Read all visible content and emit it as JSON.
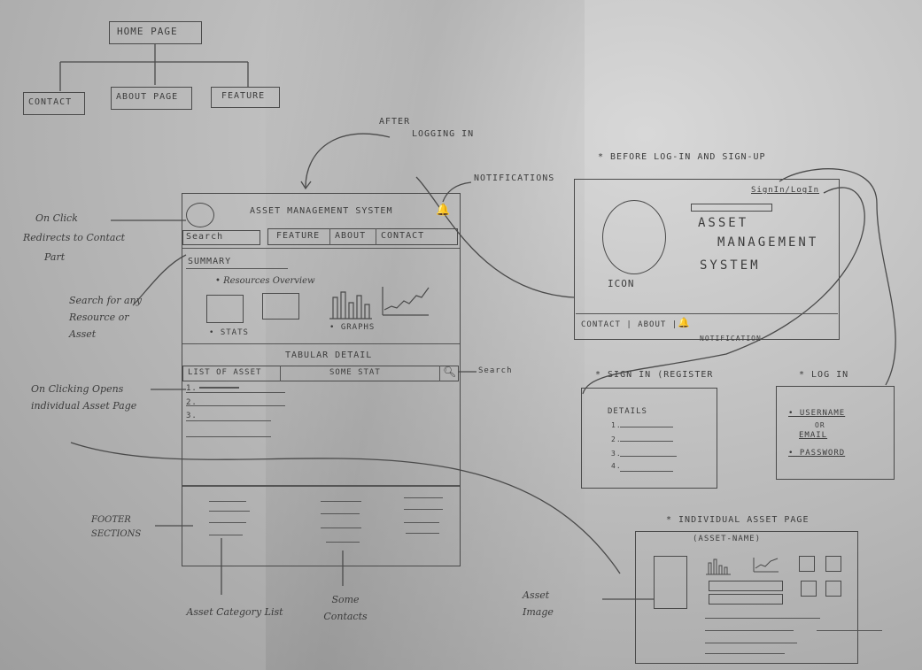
{
  "sitemap": {
    "root": "HOME PAGE",
    "children": [
      "CONTACT",
      "ABOUT PAGE",
      "FEATURE"
    ]
  },
  "annotations": {
    "after_login": "AFTER",
    "after_login_2": "LOGGING IN",
    "notifications": "NOTIFICATIONS",
    "on_click": "On Click",
    "redirects": "Redirects to Contact",
    "redirects_2": "Part",
    "search_note": "Search for any Resource or Asset",
    "on_clicking": "On Clicking Opens individual Asset Page",
    "search": "Search",
    "footer": "FOOTER SECTIONS",
    "asset_category": "Asset Category List",
    "some_contacts": "Some Contacts",
    "asset_image": "Asset Image"
  },
  "dashboard": {
    "title": "ASSET MANAGEMENT SYSTEM",
    "search": "Search",
    "nav": [
      "FEATURE",
      "ABOUT",
      "CONTACT"
    ],
    "summary": "SUMMARY",
    "resources_overview": "• Resources Overview",
    "stats": "• STATS",
    "graphs": "• GRAPHS",
    "tabular_detail": "TABULAR DETAIL",
    "list_of_asset": "LIST OF ASSET",
    "some_stat": "SOME STAT",
    "rows": [
      "1.",
      "2.",
      "3."
    ]
  },
  "landing": {
    "heading": "* BEFORE LOG-IN AND SIGN-UP",
    "signin_link": "SignIn/LogIn",
    "title_1": "ASSET",
    "title_2": "MANAGEMENT",
    "title_3": "SYSTEM",
    "icon": "ICON",
    "footer_links": "CONTACT | ABOUT |",
    "notification": "NOTIFICATION"
  },
  "register": {
    "heading": "* SIGN IN (REGISTER",
    "details": "DETAILS",
    "rows": [
      "1.",
      "2.",
      "3.",
      "4."
    ]
  },
  "login": {
    "heading": "* LOG IN",
    "username": "• USERNAME",
    "or": "OR",
    "email": "EMAIL",
    "password": "• PASSWORD"
  },
  "asset_page": {
    "heading": "* INDIVIDUAL ASSET PAGE",
    "asset_name": "(ASSET-NAME)"
  }
}
